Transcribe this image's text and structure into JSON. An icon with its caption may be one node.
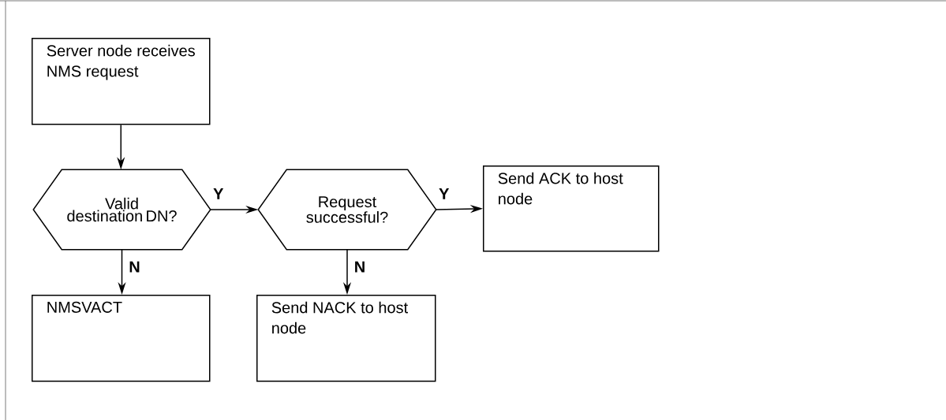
{
  "diagram": {
    "nodes": [
      {
        "text": [
          "Server node receives NMS request"
        ]
      },
      {
        "text": [
          "Valid destination DN?"
        ]
      },
      {
        "text": [
          "Request successful?"
        ]
      },
      {
        "text": [
          "Send ACK to host node"
        ]
      },
      {
        "text": [
          "NMSVACT"
        ]
      },
      {
        "text": [
          "Send NACK to host node"
        ]
      }
    ],
    "edges": [
      {
        "from": 0,
        "to": 1,
        "arrow": "to"
      },
      {
        "from": 1,
        "to": 2,
        "arrow": "to",
        "label": "Y"
      },
      {
        "from": 2,
        "to": 3,
        "arrow": "to",
        "label": "Y"
      },
      {
        "from": 1,
        "to": 4,
        "arrow": "to",
        "label": "N"
      },
      {
        "from": 2,
        "to": 5,
        "arrow": "to",
        "label": "N"
      }
    ]
  }
}
